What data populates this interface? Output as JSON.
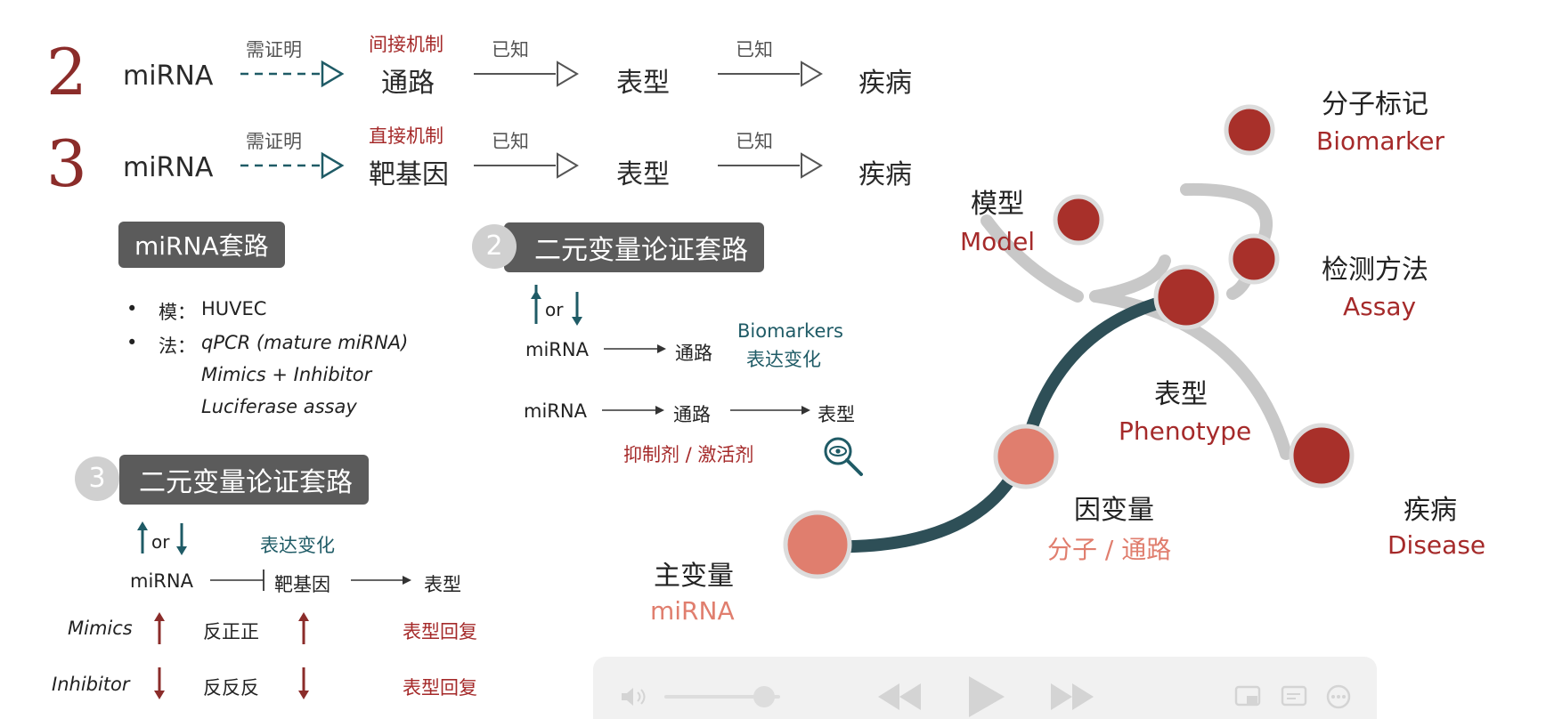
{
  "rows": [
    {
      "num": "2",
      "mirna": "miRNA",
      "need": "需证明",
      "mech": "间接机制",
      "mid": "通路",
      "known1": "已知",
      "pheno": "表型",
      "known2": "已知",
      "disease": "疾病"
    },
    {
      "num": "3",
      "mirna": "miRNA",
      "need": "需证明",
      "mech": "直接机制",
      "mid": "靶基因",
      "known1": "已知",
      "pheno": "表型",
      "known2": "已知",
      "disease": "疾病"
    }
  ],
  "routine": {
    "title": "miRNA套路",
    "model_label": "模：",
    "model_value": "HUVEC",
    "method_label": "法：",
    "methods": [
      "qPCR (mature miRNA)",
      "Mimics + Inhibitor",
      "Luciferase assay"
    ]
  },
  "binary2": {
    "num": "2",
    "title": "二元变量论证套路",
    "or": "or",
    "r1_mirna": "miRNA",
    "r1_path": "通路",
    "r1_note1": "Biomarkers",
    "r1_note2": "表达变化",
    "r2_mirna": "miRNA",
    "r2_path": "通路",
    "r2_pheno": "表型",
    "r2_note": "抑制剂 / 激活剂"
  },
  "binary3": {
    "num": "3",
    "title": "二元变量论证套路",
    "or": "or",
    "expr": "表达变化",
    "mirna": "miRNA",
    "target": "靶基因",
    "pheno": "表型",
    "mimics": "Mimics",
    "mimics_mid": "反正正",
    "mimics_res": "表型回复",
    "inhibitor": "Inhibitor",
    "inhibitor_mid": "反反反",
    "inhibitor_res": "表型回复"
  },
  "tree": {
    "marker_cn": "分子标记",
    "marker_en": "Biomarker",
    "model_cn": "模型",
    "model_en": "Model",
    "assay_cn": "检测方法",
    "assay_en": "Assay",
    "pheno_cn": "表型",
    "pheno_en": "Phenotype",
    "dep_cn": "因变量",
    "dep_en": "分子 / 通路",
    "disease_cn": "疾病",
    "disease_en": "Disease",
    "main_cn": "主变量",
    "main_en": "miRNA"
  },
  "colors": {
    "dark_red": "#a52a2a",
    "teal": "#1f5b66",
    "node": "#a8302a",
    "pink": "#e07e6e",
    "gray_path": "#c8c8c8"
  },
  "player": {
    "icons": [
      "volume-icon",
      "rewind-icon",
      "play-icon",
      "fast-forward-icon",
      "pip-icon",
      "captions-icon",
      "more-icon"
    ]
  }
}
